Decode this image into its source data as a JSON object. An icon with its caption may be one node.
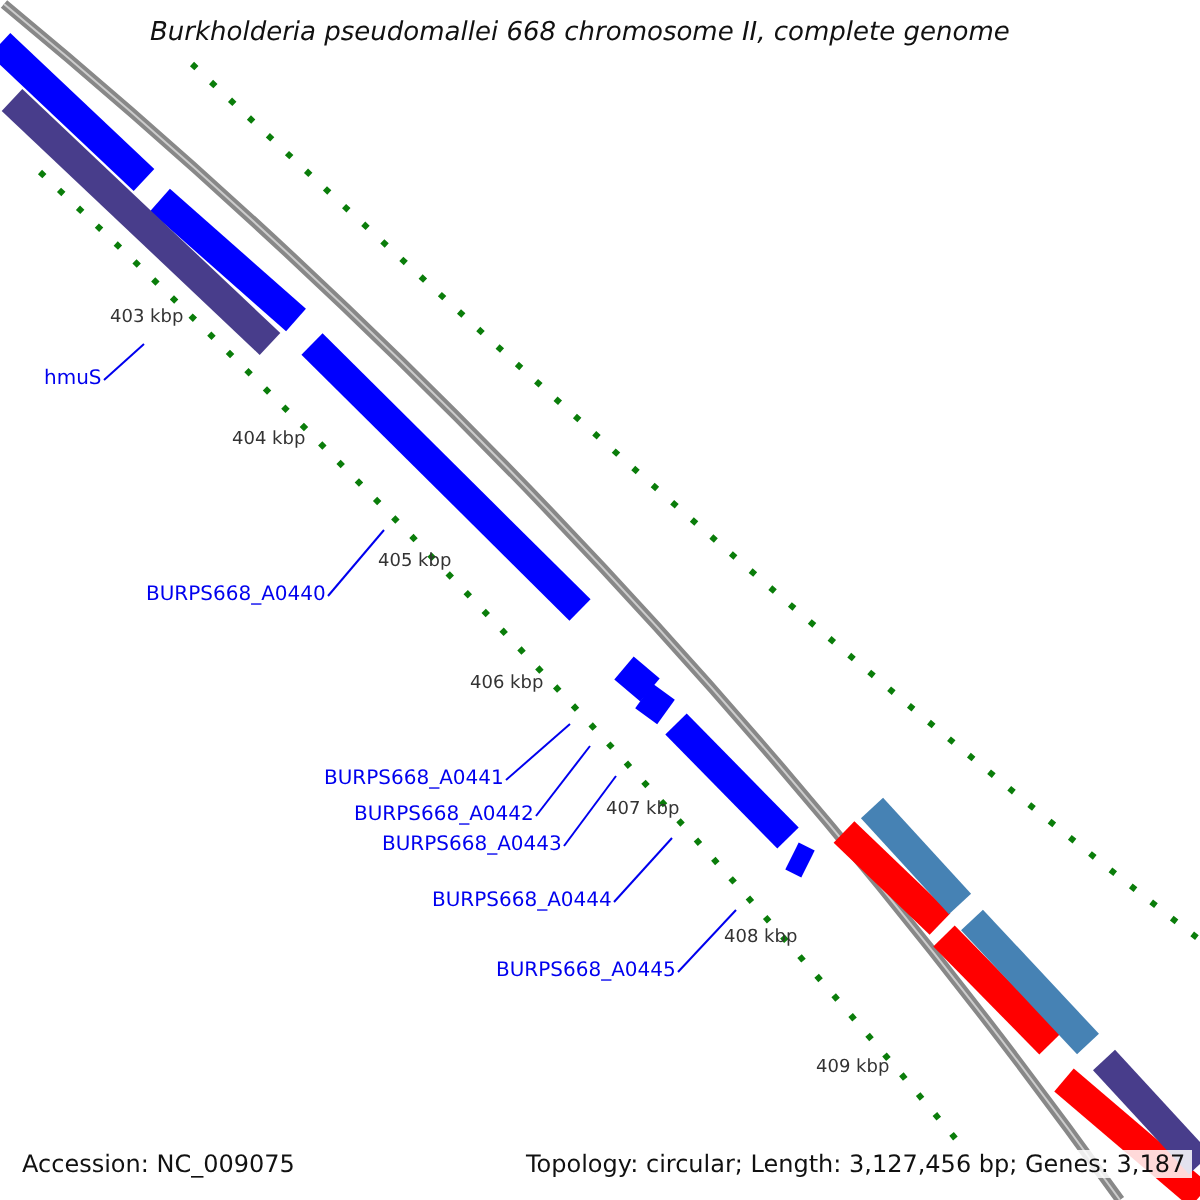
{
  "diagram": {
    "title": "Burkholderia pseudomallei 668 chromosome II, complete genome",
    "nodes": [
      {
        "text": [
          "hmuS"
        ]
      },
      {
        "text": [
          "BURPS668_A0440"
        ]
      },
      {
        "text": [
          "BURPS668_A0441"
        ]
      },
      {
        "text": [
          "BURPS668_A0442"
        ]
      },
      {
        "text": [
          "BURPS668_A0443"
        ]
      },
      {
        "text": [
          "BURPS668_A0444"
        ]
      },
      {
        "text": [
          "BURPS668_A0445"
        ]
      }
    ],
    "edges": [
      {
        "from": 0,
        "to": null,
        "arrow": "none"
      },
      {
        "from": 1,
        "to": null,
        "arrow": "none"
      },
      {
        "from": 2,
        "to": null,
        "arrow": "none"
      },
      {
        "from": 3,
        "to": null,
        "arrow": "none"
      },
      {
        "from": 4,
        "to": null,
        "arrow": "none"
      },
      {
        "from": 5,
        "to": null,
        "arrow": "none"
      },
      {
        "from": 6,
        "to": null,
        "arrow": "none"
      }
    ],
    "labels": [
      "403 kbp",
      "404 kbp",
      "405 kbp",
      "406 kbp",
      "407 kbp",
      "408 kbp",
      "409 kbp",
      "Accession: NC_009075",
      "Topology: circular; Length: 3,127,456 bp; Genes: 3,187"
    ]
  }
}
